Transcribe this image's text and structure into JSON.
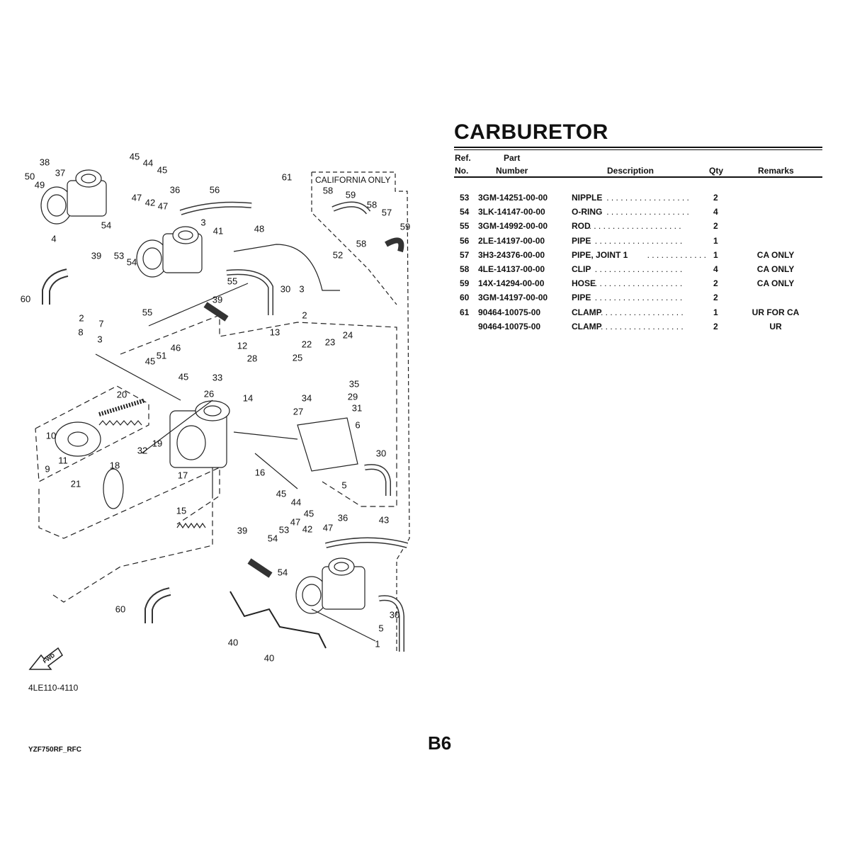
{
  "title": "CARBURETOR",
  "table": {
    "headers": {
      "ref_line1": "Ref.",
      "ref_line2": "No.",
      "part_line1": "Part",
      "part_line2": "Number",
      "description": "Description",
      "qty": "Qty",
      "remarks": "Remarks"
    },
    "rows": [
      {
        "ref": "53",
        "part": "3GM-14251-00-00",
        "desc": "NIPPLE",
        "dots": "  . . . . . . . . . . . . . . . . . .",
        "qty": "2",
        "remarks": ""
      },
      {
        "ref": "54",
        "part": "3LK-14147-00-00",
        "desc": "O-RING",
        "dots": "  . . . . . . . . . . . . . . . . . .",
        "qty": "4",
        "remarks": ""
      },
      {
        "ref": "55",
        "part": "3GM-14992-00-00",
        "desc": "ROD",
        "dots": " . . . . . . . . . . . . . . . . . . . .",
        "qty": "2",
        "remarks": ""
      },
      {
        "ref": "56",
        "part": "2LE-14197-00-00",
        "desc": "PIPE",
        "dots": "  . . . . . . . . . . . . . . . . . . .",
        "qty": "1",
        "remarks": ""
      },
      {
        "ref": "57",
        "part": "3H3-24376-00-00",
        "desc": "PIPE, JOINT 1",
        "dots": "  . . . . . . . . . . . . .",
        "qty": "1",
        "remarks": "CA ONLY"
      },
      {
        "ref": "58",
        "part": "4LE-14137-00-00",
        "desc": "CLIP",
        "dots": "  . . . . . . . . . . . . . . . . . . .",
        "qty": "4",
        "remarks": "CA ONLY"
      },
      {
        "ref": "59",
        "part": "14X-14294-00-00",
        "desc": "HOSE",
        "dots": " . . . . . . . . . . . . . . . . . . .",
        "qty": "2",
        "remarks": "CA ONLY"
      },
      {
        "ref": "60",
        "part": "3GM-14197-00-00",
        "desc": "PIPE",
        "dots": "  . . . . . . . . . . . . . . . . . . .",
        "qty": "2",
        "remarks": ""
      },
      {
        "ref": "61",
        "part": "90464-10075-00",
        "desc": "CLAMP",
        "dots": "  . . . . . . . . . . . . . . . . . .",
        "qty": "1",
        "remarks": "UR FOR CA"
      },
      {
        "ref": "",
        "part": "90464-10075-00",
        "desc": "CLAMP",
        "dots": "  . . . . . . . . . . . . . . . . . .",
        "qty": "2",
        "remarks": "UR"
      }
    ]
  },
  "diagram": {
    "california_label": "CALIFORNIA ONLY",
    "fwd_label": "FWD",
    "code": "4LE110-4110",
    "callouts": [
      "38",
      "37",
      "50",
      "49",
      "4",
      "45",
      "44",
      "45",
      "36",
      "47",
      "42",
      "47",
      "56",
      "61",
      "54",
      "39",
      "53",
      "54",
      "3",
      "41",
      "48",
      "55",
      "55",
      "39",
      "30",
      "3",
      "52",
      "60",
      "2",
      "7",
      "8",
      "3",
      "2",
      "13",
      "12",
      "22",
      "23",
      "24",
      "28",
      "25",
      "51",
      "46",
      "45",
      "45",
      "33",
      "26",
      "14",
      "35",
      "34",
      "29",
      "31",
      "27",
      "20",
      "6",
      "30",
      "10",
      "11",
      "9",
      "19",
      "32",
      "17",
      "16",
      "18",
      "5",
      "21",
      "45",
      "44",
      "45",
      "15",
      "39",
      "47",
      "36",
      "43",
      "53",
      "47",
      "42",
      "54",
      "54",
      "60",
      "30",
      "5",
      "1",
      "40",
      "40",
      "58",
      "59",
      "58",
      "57",
      "59",
      "58"
    ]
  },
  "footer": {
    "model_code": "YZF750RF_RFC",
    "page": "B6"
  }
}
